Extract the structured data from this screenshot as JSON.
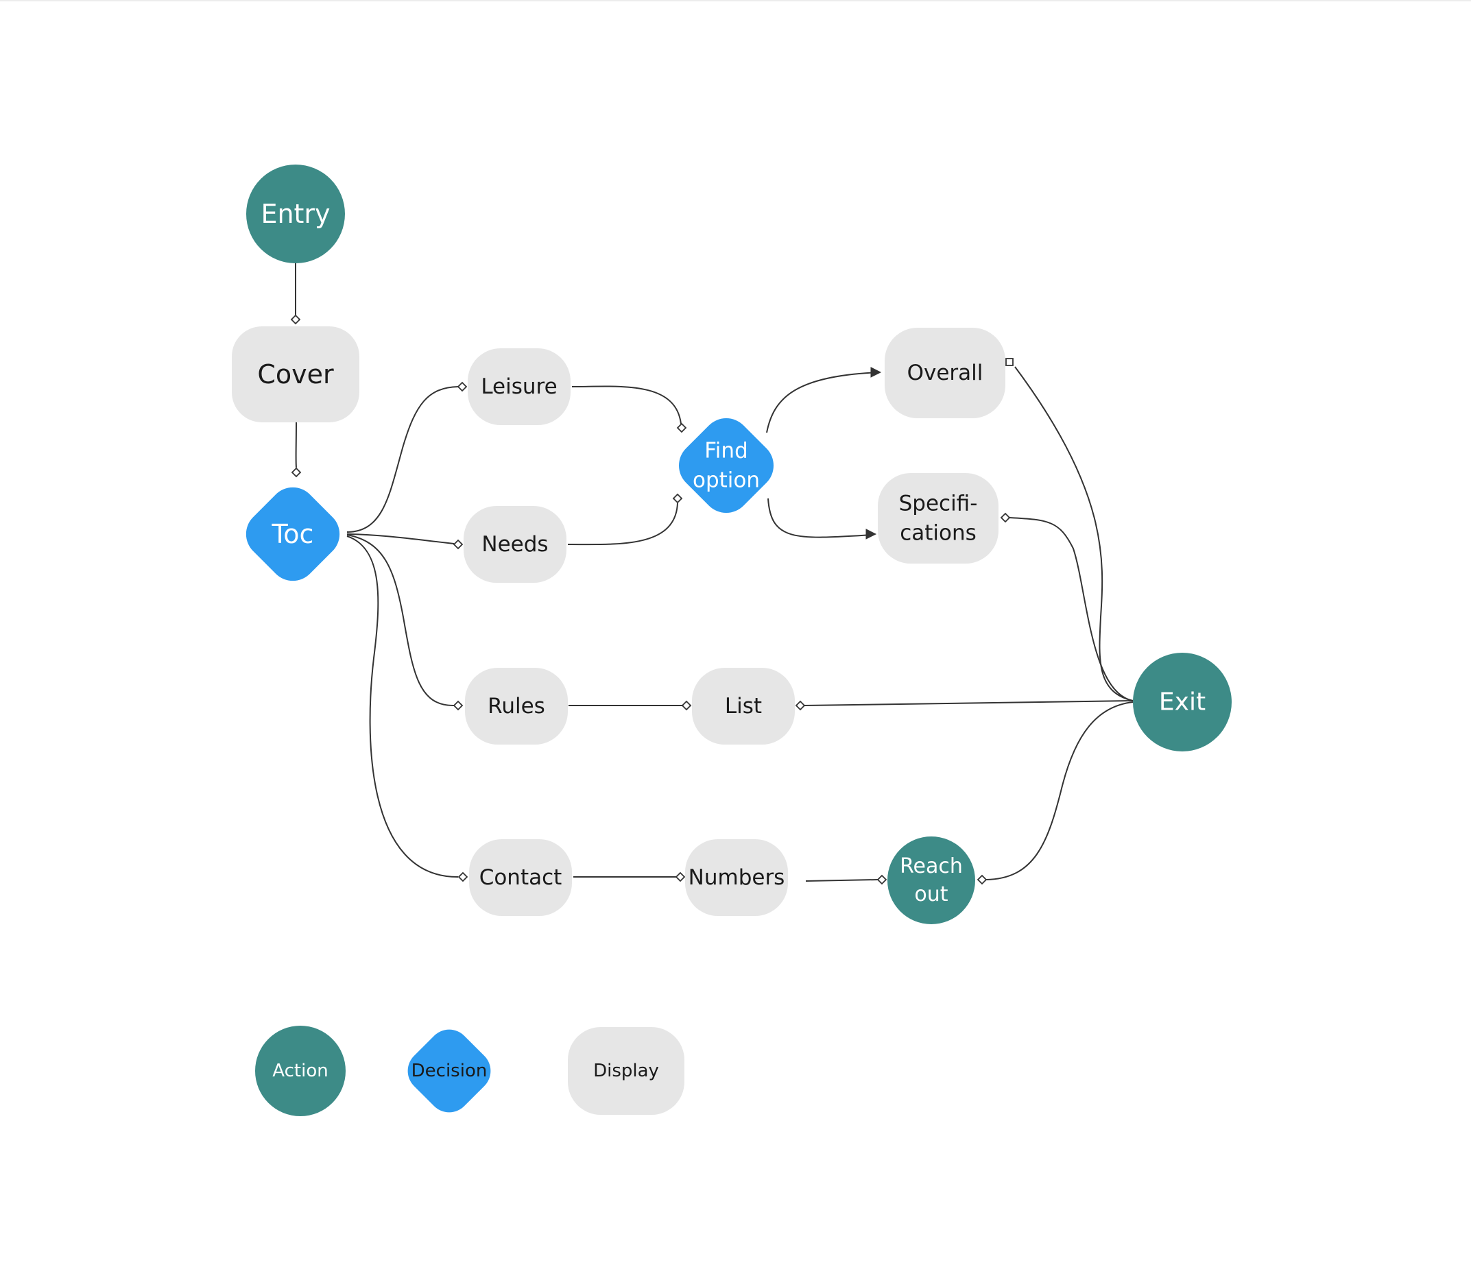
{
  "colors": {
    "action": "#3d8b87",
    "decision": "#2e9bf0",
    "display": "#e6e6e6",
    "line": "#333333",
    "text_dark": "#1a1a1a",
    "text_light": "#ffffff"
  },
  "nodes": {
    "entry": {
      "label": "Entry",
      "kind": "action"
    },
    "cover": {
      "label": "Cover",
      "kind": "display"
    },
    "toc": {
      "label": "Toc",
      "kind": "decision"
    },
    "leisure": {
      "label": "Leisure",
      "kind": "display"
    },
    "needs": {
      "label": "Needs",
      "kind": "display"
    },
    "find_option": {
      "label_lines": [
        "Find",
        "option"
      ],
      "kind": "decision"
    },
    "overall": {
      "label": "Overall",
      "kind": "display"
    },
    "specifications": {
      "label_lines": [
        "Specifi-",
        "cations"
      ],
      "kind": "display"
    },
    "rules": {
      "label": "Rules",
      "kind": "display"
    },
    "list": {
      "label": "List",
      "kind": "display"
    },
    "contact": {
      "label": "Contact",
      "kind": "display"
    },
    "numbers": {
      "label": "Numbers",
      "kind": "display"
    },
    "reach_out": {
      "label_lines": [
        "Reach",
        "out"
      ],
      "kind": "action"
    },
    "exit": {
      "label": "Exit",
      "kind": "action"
    }
  },
  "legend": {
    "action": "Action",
    "decision": "Decision",
    "display": "Display"
  },
  "edges": [
    {
      "from": "entry",
      "to": "cover",
      "marker": "diamond"
    },
    {
      "from": "cover",
      "to": "toc",
      "marker": "diamond"
    },
    {
      "from": "toc",
      "to": "leisure",
      "marker": "diamond"
    },
    {
      "from": "toc",
      "to": "needs",
      "marker": "diamond"
    },
    {
      "from": "toc",
      "to": "rules",
      "marker": "diamond"
    },
    {
      "from": "toc",
      "to": "contact",
      "marker": "diamond"
    },
    {
      "from": "leisure",
      "to": "find_option",
      "marker": "diamond"
    },
    {
      "from": "needs",
      "to": "find_option",
      "marker": "diamond"
    },
    {
      "from": "find_option",
      "to": "overall",
      "marker": "arrow"
    },
    {
      "from": "find_option",
      "to": "specifications",
      "marker": "arrow"
    },
    {
      "from": "rules",
      "to": "list",
      "marker": "diamond"
    },
    {
      "from": "contact",
      "to": "numbers",
      "marker": "diamond"
    },
    {
      "from": "numbers",
      "to": "reach_out",
      "marker": "diamond"
    },
    {
      "from": "exit",
      "to": "overall",
      "marker": "square"
    },
    {
      "from": "exit",
      "to": "specifications",
      "marker": "diamond"
    },
    {
      "from": "exit",
      "to": "list",
      "marker": "diamond"
    },
    {
      "from": "exit",
      "to": "reach_out",
      "marker": "diamond"
    }
  ]
}
